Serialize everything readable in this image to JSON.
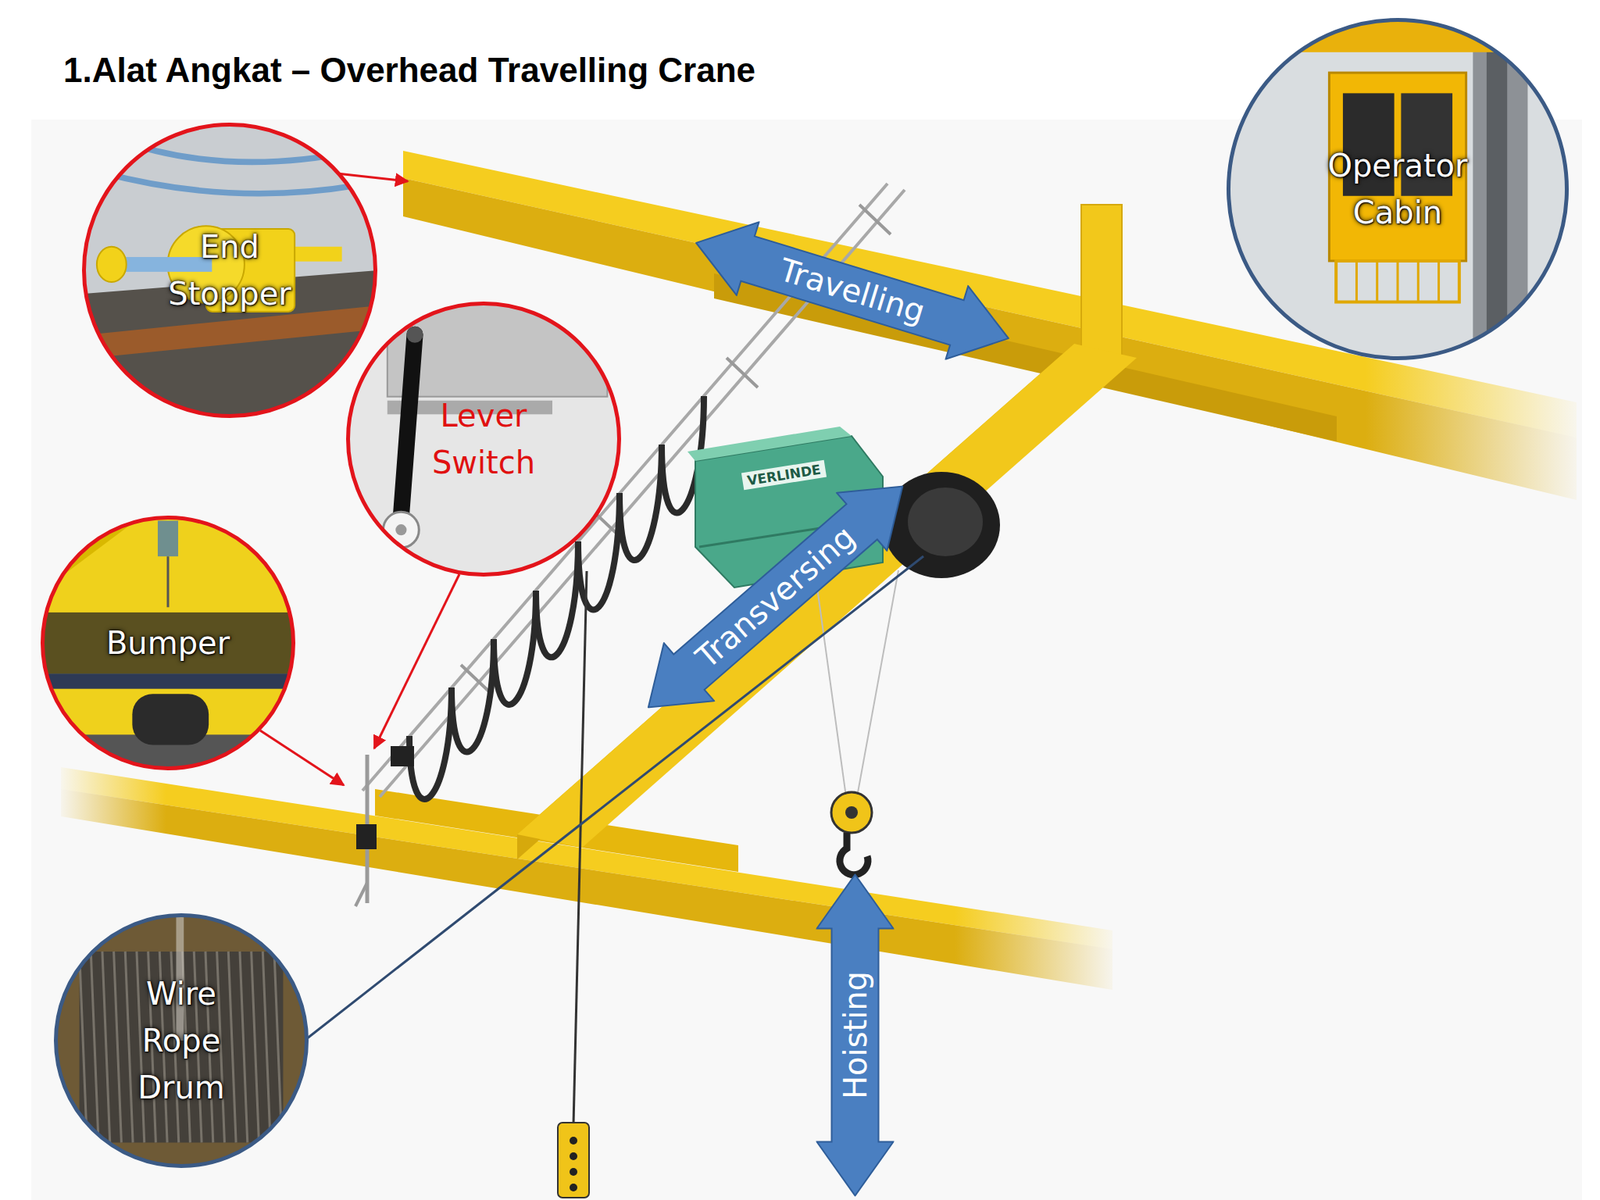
{
  "diagram": {
    "title": "1.Alat Angkat – Overhead Travelling Crane",
    "nodes": [
      {
        "text": [
          "End Stopper"
        ]
      },
      {
        "text": [
          "Operator Cabin"
        ]
      },
      {
        "text": [
          "Travelling"
        ]
      },
      {
        "text": [
          "Lever Switch"
        ]
      },
      {
        "text": [
          "Transversing"
        ]
      },
      {
        "text": [
          "Bumper"
        ]
      },
      {
        "text": [
          "Hoisting"
        ]
      },
      {
        "text": [
          "Wire Rope Drum"
        ]
      }
    ],
    "labels": [
      "VERLINDE"
    ]
  }
}
